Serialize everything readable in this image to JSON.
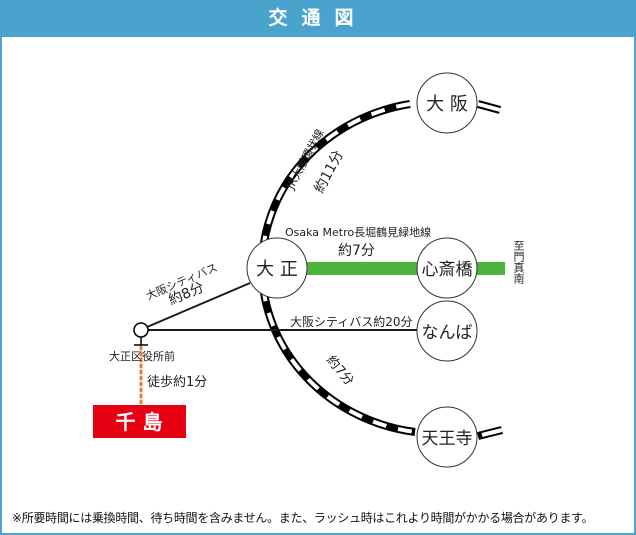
{
  "header": {
    "title": "交通図"
  },
  "stations": {
    "osaka": "大 阪",
    "taisho": "大 正",
    "shinsaibashi": "心斎橋",
    "namba": "なんば",
    "tennoji": "天王寺",
    "bus_stop": "大正区役所前",
    "chishima": "千 島"
  },
  "lines": {
    "jr_name": "JR大阪環状線",
    "jr_to_osaka": "約11分",
    "jr_to_tennoji": "約7分",
    "metro_name": "Osaka Metro長堀鶴見緑地線",
    "metro_time": "約7分",
    "metro_direction": "至門真南",
    "bus_name": "大阪シティバス",
    "bus_to_taisho": "約8分",
    "bus_to_namba": "大阪シティバス約20分",
    "walk": "徒歩約1分"
  },
  "colors": {
    "header": "#4aa3cd",
    "metro": "#4db33d",
    "walk": "#f07a3a",
    "chishima": "#e60012"
  },
  "footer": {
    "note": "※所要時間には乗換時間、待ち時間を含みません。また、ラッシュ時はこれより時間がかかる場合があります。"
  }
}
